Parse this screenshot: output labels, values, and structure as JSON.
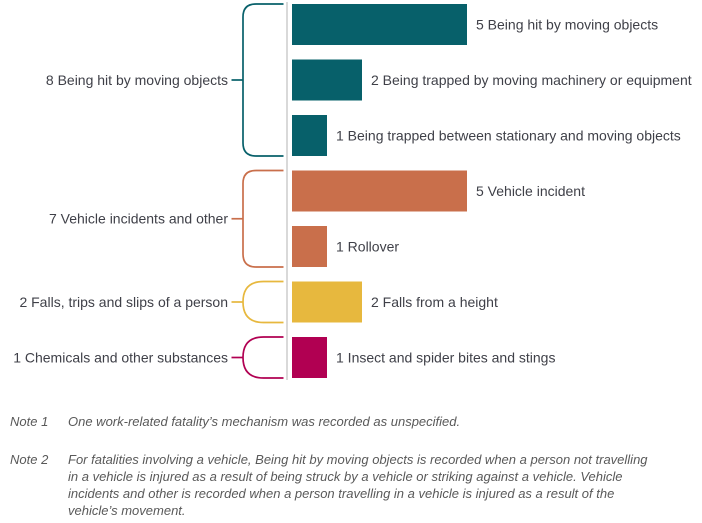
{
  "chart_data": {
    "type": "bar",
    "orientation": "horizontal",
    "title": "",
    "xlabel": "",
    "ylabel": "",
    "axis_color": "#d9d9d9",
    "label_color": "#3f4048",
    "groups": [
      {
        "label": "8 Being hit by moving objects",
        "total": 8,
        "color": "#07606a",
        "bars": [
          {
            "value": 5,
            "label": "5 Being hit by moving objects"
          },
          {
            "value": 2,
            "label": "2 Being trapped by moving machinery or equipment"
          },
          {
            "value": 1,
            "label": "1 Being trapped between stationary and moving objects"
          }
        ]
      },
      {
        "label": "7 Vehicle incidents and other",
        "total": 7,
        "color": "#c96f4b",
        "bars": [
          {
            "value": 5,
            "label": "5 Vehicle incident"
          },
          {
            "value": 1,
            "label": "1 Rollover"
          }
        ]
      },
      {
        "label": "2 Falls, trips and slips of a person",
        "total": 2,
        "color": "#e7b83e",
        "bars": [
          {
            "value": 2,
            "label": "2 Falls from a height"
          }
        ]
      },
      {
        "label": "1 Chemicals and other substances",
        "total": 1,
        "color": "#b10052",
        "bars": [
          {
            "value": 1,
            "label": "1 Insect and spider bites and stings"
          }
        ]
      }
    ]
  },
  "notes": [
    {
      "label": "Note 1",
      "lines": [
        "One work-related fatality’s mechanism was recorded as unspecified."
      ]
    },
    {
      "label": "Note 2",
      "lines": [
        "For fatalities involving a vehicle, Being hit by moving objects is recorded when a person not travelling",
        "in a vehicle is injured as a result of being struck by a vehicle or striking against a vehicle. Vehicle",
        "incidents and other is recorded when a person travelling in a vehicle is injured as a result of the",
        "vehicle’s movement."
      ]
    }
  ]
}
